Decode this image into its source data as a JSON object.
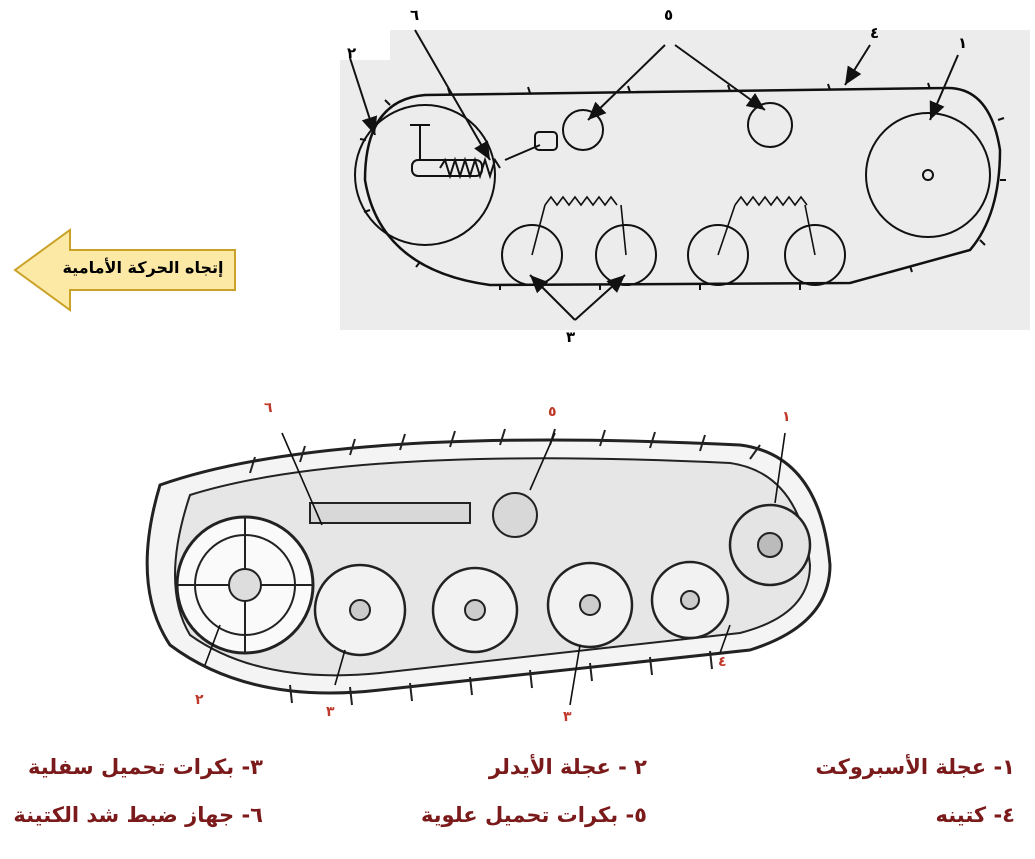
{
  "schematic": {
    "labels": {
      "n1": "١",
      "n2": "٢",
      "n3": "٣",
      "n4": "٤",
      "n5": "٥",
      "n6": "٦"
    }
  },
  "direction_arrow": {
    "label": "إتجاه الحركة الأمامية",
    "fill_color": "#fde9a6",
    "stroke_color": "#c9a227"
  },
  "illustration": {
    "labels": {
      "n1": "١",
      "n2": "٢",
      "n3a": "٣",
      "n3b": "٣",
      "n4": "٤",
      "n5": "٥",
      "n6": "٦"
    }
  },
  "legend": {
    "items": [
      "١- عجلة الأسبروكت",
      "٢ - عجلة الأيدلر",
      "٣- بكرات تحميل سفلية",
      "٤- كتينه",
      "٥- بكرات تحميل علوية",
      "٦- جهاز ضبط شد الكتينة"
    ],
    "color": "#7a1a1a"
  }
}
